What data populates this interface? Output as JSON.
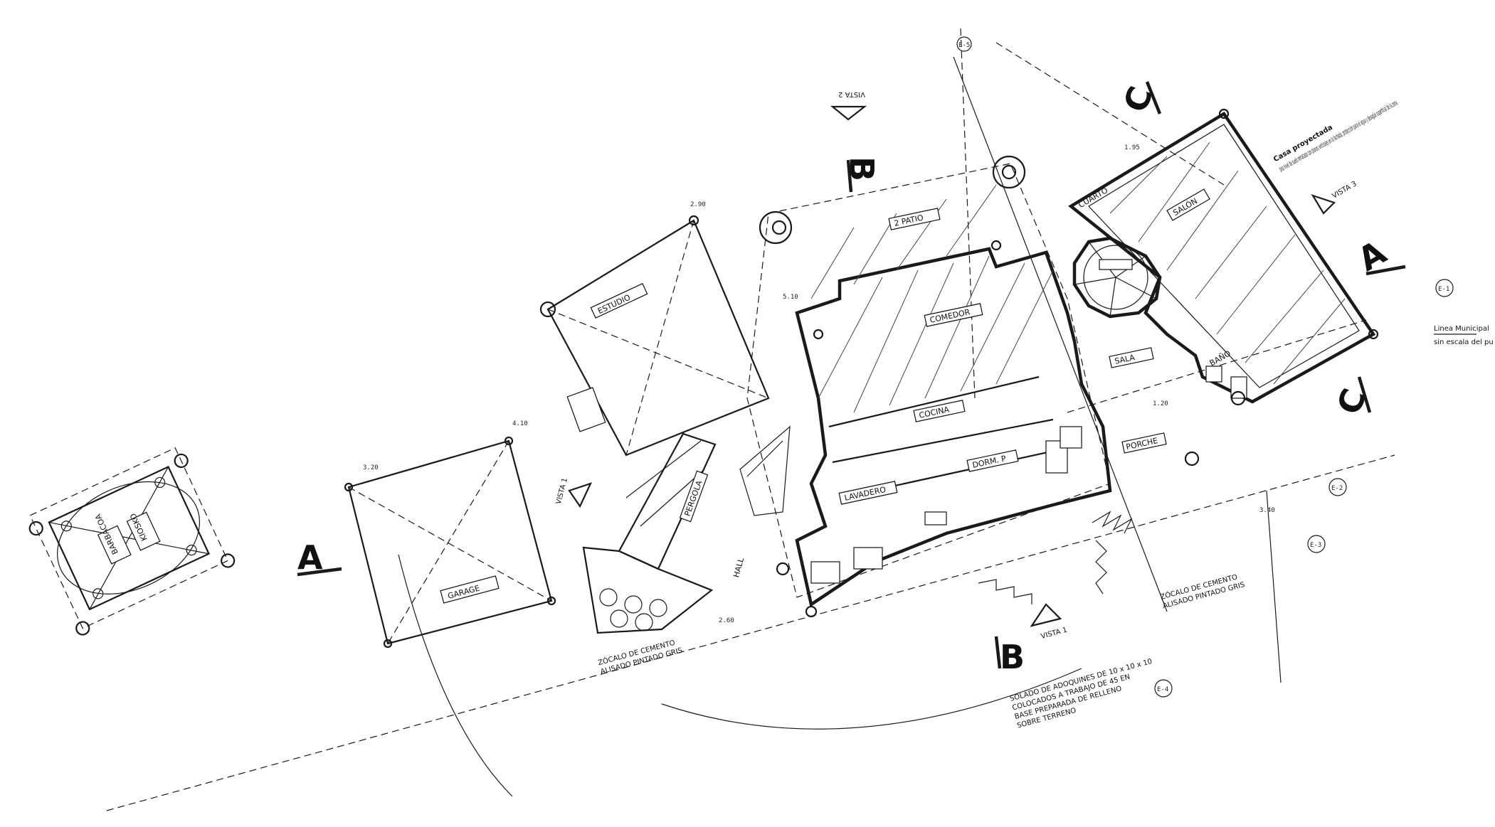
{
  "section_markers": {
    "a_left": "A",
    "a_right": "A",
    "b_top": "B",
    "b_bottom": "B",
    "c_top": "C",
    "c_right": "C"
  },
  "views": {
    "vista_1_left": "VISTA 1",
    "vista_1_bottom": "VISTA 1",
    "vista_2_top": "VISTA 2",
    "vista_3_right": "VISTA 3"
  },
  "rooms": {
    "kiosk_1": "BARBACOA",
    "kiosk_2": "KIOSKO",
    "deck": "2 PATIO",
    "garage": "GARAGE",
    "estudio": "ESTUDIO",
    "comedor": "COMEDOR",
    "cocina": "COCINA",
    "lavadero": "LAVADERO",
    "salon": "SALÓN",
    "sala": "SALA",
    "bano": "BAÑO",
    "dorm": "DORM. P",
    "pergola": "PERGOLA",
    "hall": "HALL",
    "porche": "PORCHE",
    "cuarto": "CUARTO"
  },
  "notes": {
    "top_right_title": "Casa proyectada",
    "top_right_body": "piso nivel de suelo rematado con planos verticales en la fachada, protección para el agua y desagüe superficial de la zona",
    "right_label_1": "Linea Municipal",
    "right_label_2": "sin escala del pu",
    "zocalo_left_1": "ZÓCALO DE CEMENTO",
    "zocalo_left_2": "ALISADO PINTADO GRIS",
    "zocalo_right_1": "ZÓCALO DE CEMENTO",
    "zocalo_right_2": "ALISADO PINTADO GRIS",
    "bottom_1": "SOLADO DE ADOQUINES DE 10 x 10 x 10",
    "bottom_2": "COLOCADOS A TRABAJO DE 45 EN",
    "bottom_3": "BASE PREPARADA DE RELLENO",
    "bottom_4": "SOBRE TERRENO"
  },
  "grid_bubbles": {
    "b1": "E-1",
    "b2": "E-2",
    "b3": "E-3",
    "b4": "E-4",
    "b5": "E-5"
  },
  "dims": {
    "d1": "3.20",
    "d2": "4.10",
    "d3": "2.90",
    "d4": "1.95",
    "d5": "3.40",
    "d6": "2.60",
    "d7": "5.10",
    "d8": "1.20"
  },
  "colors": {
    "ink": "#1a1a1a",
    "paper": "#ffffff"
  }
}
